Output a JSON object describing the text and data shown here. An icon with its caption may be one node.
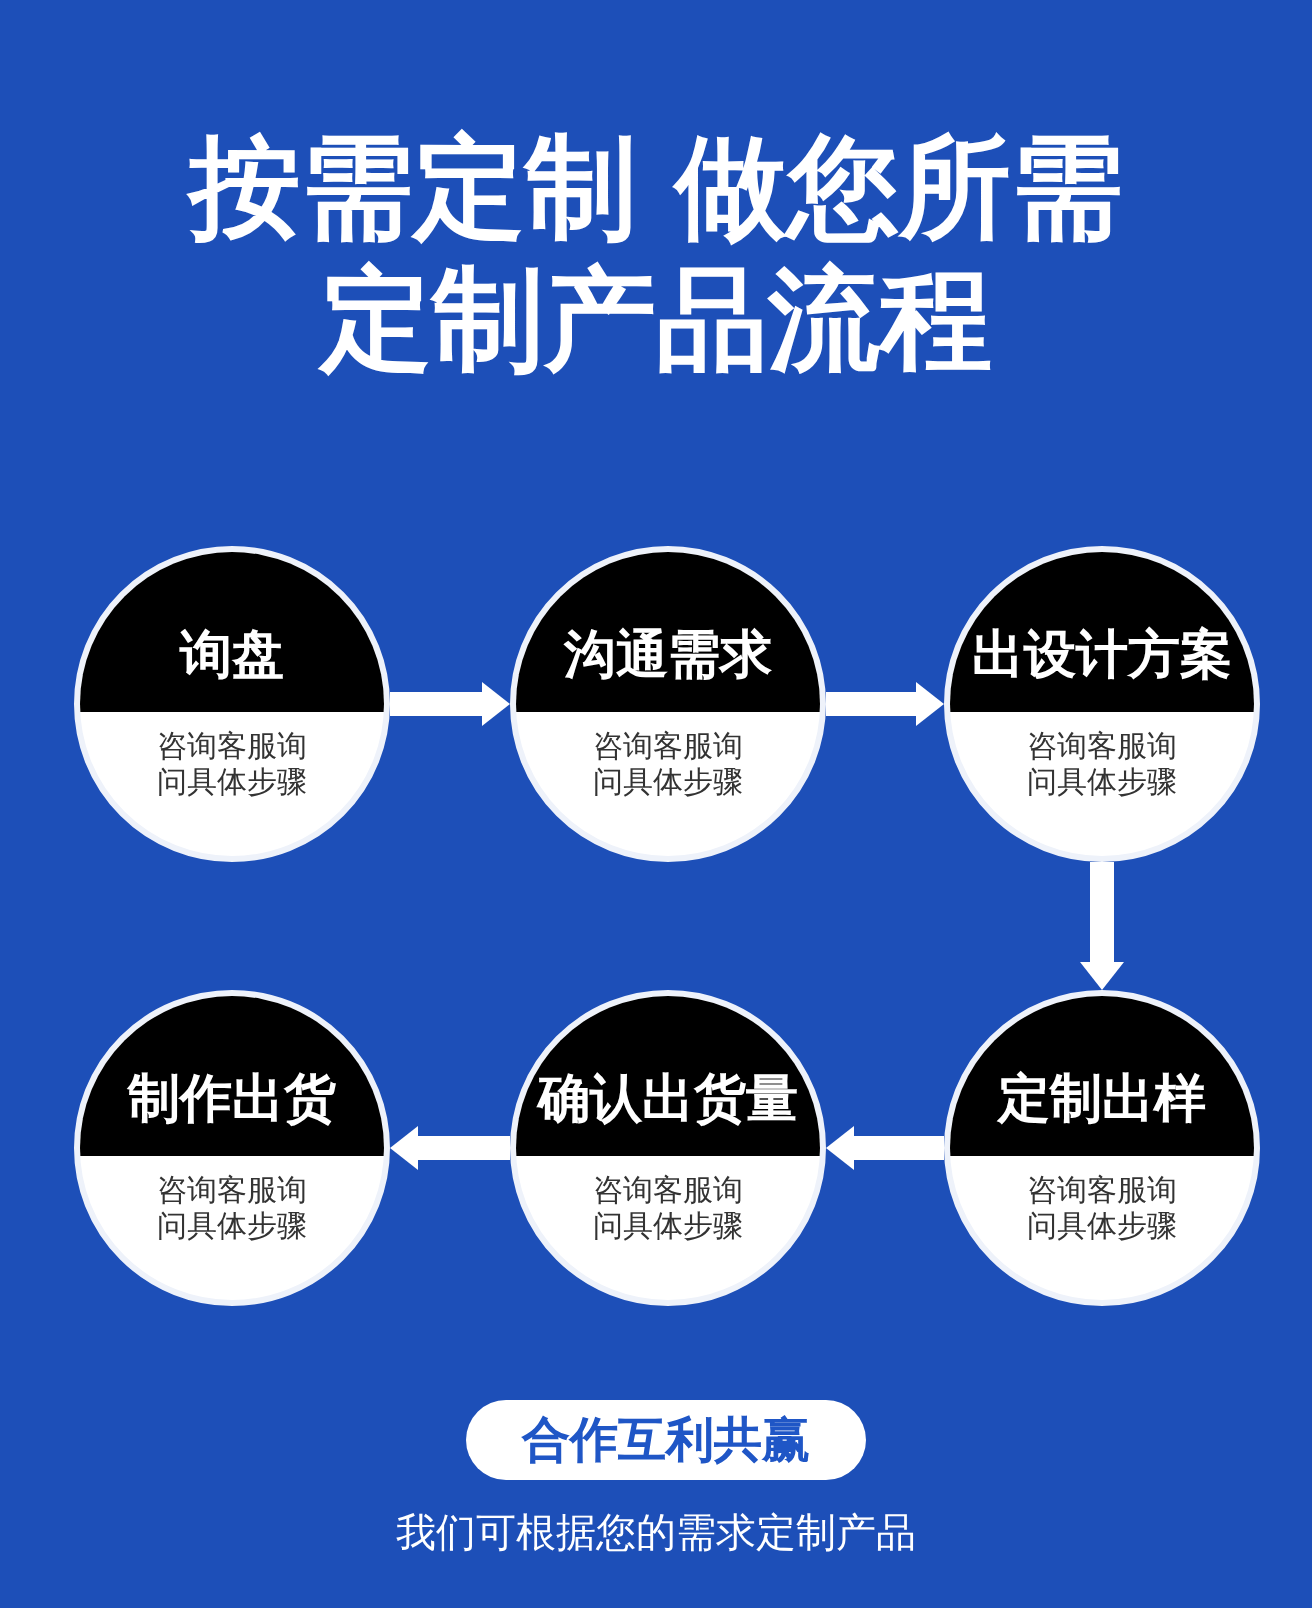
{
  "diagram": {
    "title": "按需定制 做您所需定制产品流程",
    "nodes": [
      {
        "text": [
          "询盘",
          "咨询客服询问具体步骤"
        ]
      },
      {
        "text": [
          "沟通需求",
          "咨询客服询问具体步骤"
        ]
      },
      {
        "text": [
          "出设计方案",
          "咨询客服询问具体步骤"
        ]
      },
      {
        "text": [
          "定制出样",
          "咨询客服询问具体步骤"
        ]
      },
      {
        "text": [
          "确认出货量",
          "咨询客服询问具体步骤"
        ]
      },
      {
        "text": [
          "制作出货",
          "咨询客服询问具体步骤"
        ]
      },
      {
        "text": [
          "合作互利共赢"
        ]
      }
    ],
    "edges": [
      {
        "from": 0,
        "to": 1,
        "arrow": "to"
      },
      {
        "from": 1,
        "to": 2,
        "arrow": "to"
      },
      {
        "from": 2,
        "to": 3,
        "arrow": "to"
      },
      {
        "from": 3,
        "to": 4,
        "arrow": "to"
      },
      {
        "from": 4,
        "to": 5,
        "arrow": "to"
      }
    ],
    "labels": [
      "我们可根据您的需求定制产品"
    ]
  }
}
